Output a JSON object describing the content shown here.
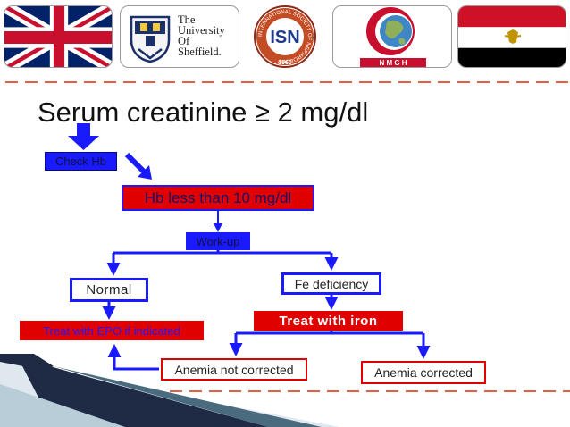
{
  "header": {
    "sheffield_lines": [
      "The",
      "University",
      "Of",
      "Sheffield."
    ],
    "isn_ring_text": "INTERNATIONAL SOCIETY OF NEPHROLOGY",
    "isn_center": "ISN",
    "isn_year": "1960",
    "nmgh_label": "N M G H"
  },
  "slide": {
    "title": "Serum creatinine ≥ 2 mg/dl"
  },
  "flow": {
    "check_hb": "Check Hb",
    "hb_less": "Hb less than 10 mg/dl",
    "workup": "Work-up",
    "normal": "Normal",
    "fe_deficiency": "Fe deficiency",
    "treat_epo": "Treat with EPO if indicated",
    "treat_iron": "Treat with iron",
    "anemia_not_corrected": "Anemia not corrected",
    "anemia_corrected": "Anemia corrected"
  },
  "colors": {
    "blue": "#1a1aff",
    "red": "#e00000",
    "dashed": "#e06040",
    "navy": "#1f2a44"
  }
}
